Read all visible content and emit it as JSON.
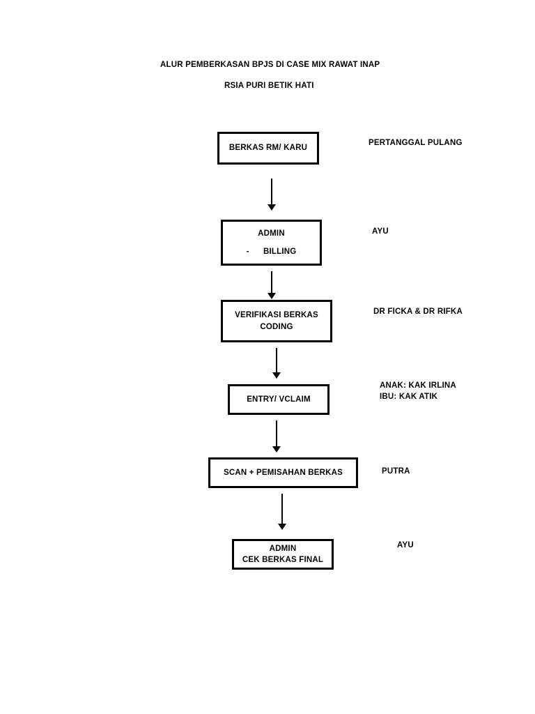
{
  "document": {
    "title_lines": [
      "ALUR PEMBERKASAN BPJS DI CASE MIX RAWAT INAP",
      "RSIA PURI BETIK HATI"
    ]
  },
  "flowchart": {
    "type": "flowchart",
    "orientation": "vertical-top-to-bottom",
    "connector": "down-arrow",
    "nodes": [
      {
        "id": "berkas-rm-karu",
        "lines": [
          "BERKAS RM/ KARU"
        ],
        "annotation": [
          "PERTANGGAL PULANG"
        ]
      },
      {
        "id": "admin-billing",
        "lines": [
          "ADMIN",
          "-      BILLING"
        ],
        "annotation": [
          "AYU"
        ]
      },
      {
        "id": "verifikasi-berkas-coding",
        "lines": [
          "VERIFIKASI BERKAS",
          "CODING"
        ],
        "annotation": [
          "DR FICKA & DR RIFKA"
        ]
      },
      {
        "id": "entry-vclaim",
        "lines": [
          "ENTRY/ VCLAIM"
        ],
        "annotation": [
          "ANAK: KAK IRLINA",
          "IBU: KAK ATIK"
        ]
      },
      {
        "id": "scan-pemisahan-berkas",
        "lines": [
          "SCAN + PEMISAHAN BERKAS"
        ],
        "annotation": [
          "PUTRA"
        ]
      },
      {
        "id": "admin-cek-berkas-final",
        "lines": [
          "ADMIN",
          "CEK BERKAS FINAL"
        ],
        "annotation": [
          "AYU"
        ]
      }
    ]
  },
  "style": {
    "background": "#ffffff",
    "ink": "#000000"
  }
}
